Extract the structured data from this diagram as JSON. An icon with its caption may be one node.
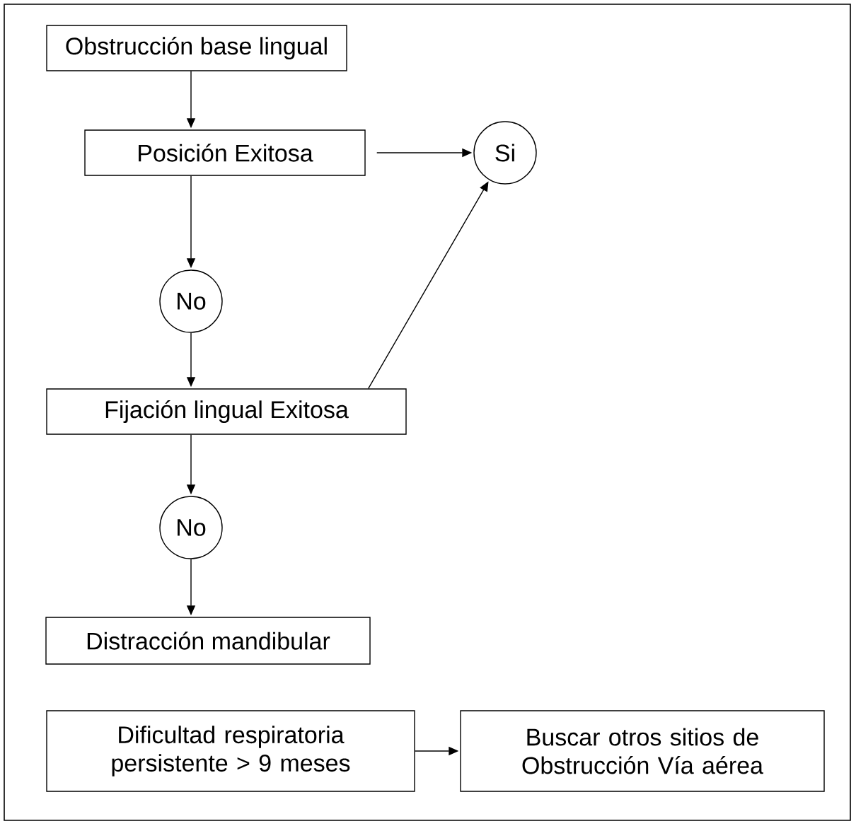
{
  "diagram": {
    "nodes": [
      {
        "text": [
          "Obstrucción base lingual"
        ]
      },
      {
        "text": [
          "Posición Exitosa"
        ]
      },
      {
        "text": [
          "Si"
        ]
      },
      {
        "text": [
          "No"
        ]
      },
      {
        "text": [
          "Fijación lingual Exitosa"
        ]
      },
      {
        "text": [
          "No"
        ]
      },
      {
        "text": [
          "Distracción mandibular"
        ]
      },
      {
        "text": [
          "Dificultad respiratoria persistente > 9 meses"
        ]
      },
      {
        "text": [
          "Buscar otros sitios de Obstrucción Vía aérea"
        ]
      }
    ],
    "edges": [
      {
        "from": 0,
        "to": 1,
        "arrow": "to"
      },
      {
        "from": 1,
        "to": 2,
        "arrow": "to"
      },
      {
        "from": 1,
        "to": 3,
        "arrow": "to"
      },
      {
        "from": 3,
        "to": 4,
        "arrow": "to"
      },
      {
        "from": 4,
        "to": 2,
        "arrow": "to"
      },
      {
        "from": 4,
        "to": 5,
        "arrow": "to"
      },
      {
        "from": 5,
        "to": 6,
        "arrow": "to"
      },
      {
        "from": 7,
        "to": 8,
        "arrow": "to"
      }
    ]
  }
}
